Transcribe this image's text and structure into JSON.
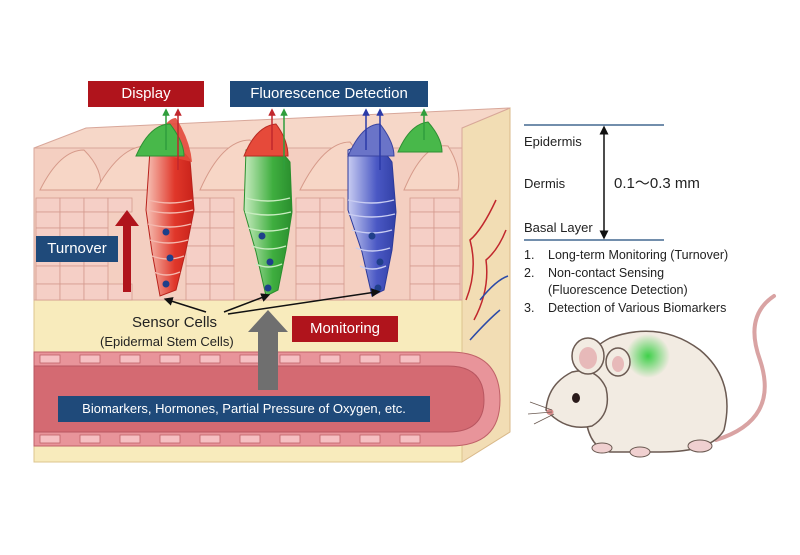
{
  "labels": {
    "display": "Display",
    "fluorescence_detection": "Fluorescence Detection",
    "turnover": "Turnover",
    "monitoring": "Monitoring",
    "sensor_cells": "Sensor Cells",
    "sensor_cells_sub": "(Epidermal Stem Cells)",
    "biomarkers": "Biomarkers, Hormones, Partial Pressure of Oxygen, etc.",
    "epidermis": "Epidermis",
    "dermis": "Dermis",
    "basal_layer": "Basal Layer",
    "thickness": "0.1〜0.3 mm"
  },
  "features": [
    {
      "num": "1.",
      "text": "Long-term Monitoring (Turnover)"
    },
    {
      "num": "2.",
      "text": "Non-contact Sensing"
    },
    {
      "num": "",
      "text": "(Fluorescence Detection)"
    },
    {
      "num": "3.",
      "text": "Detection of Various Biomarkers"
    }
  ],
  "colors": {
    "red_tag": "#b0141c",
    "blue_tag": "#1f4a7a",
    "sensor_red": "#e0372a",
    "sensor_green": "#3fae3f",
    "sensor_blue": "#3f4fbf",
    "skin": "#f3cfc0",
    "fat": "#f7e9b8",
    "vessel": "#e58a8f"
  }
}
